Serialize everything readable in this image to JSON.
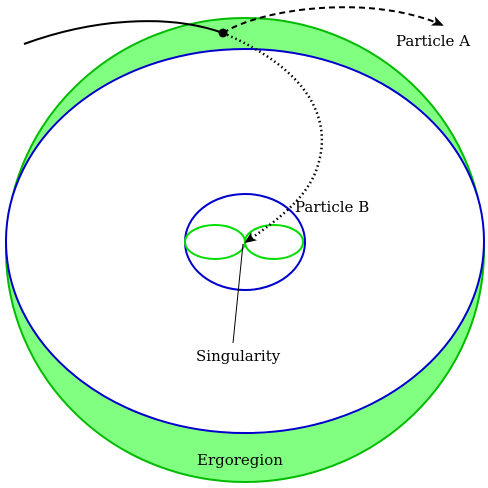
{
  "labels": {
    "particle_a": "Particle A",
    "particle_b": "Particle B",
    "singularity": "Singularity",
    "ergoregion": "Ergoregion"
  },
  "colors": {
    "ergoregion_fill": "#80ff80",
    "ergosphere_stroke": "#00bb00",
    "horizon_stroke": "#0000cc",
    "inner_ergo_stroke": "#00dd00",
    "path_stroke": "#000000",
    "background": "#ffffff"
  }
}
